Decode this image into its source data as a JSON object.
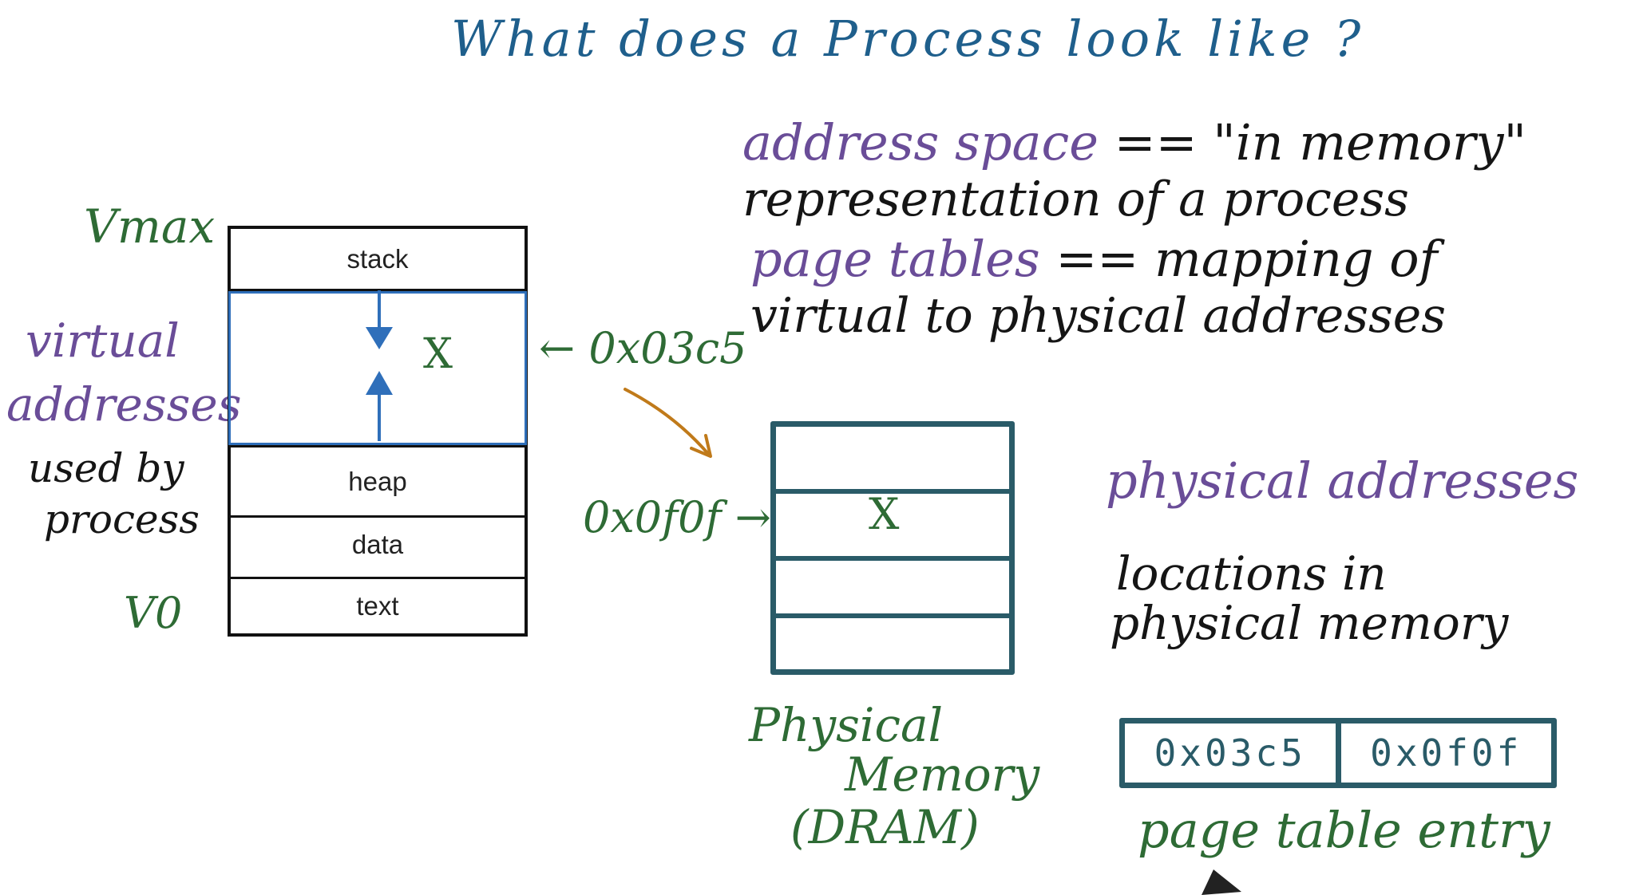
{
  "title": "What does a Process look like ?",
  "left_labels": {
    "vmax": "Vmax",
    "v0": "V0",
    "virtual_1": "virtual",
    "virtual_2": "addresses",
    "used_1": "used by",
    "used_2": "process"
  },
  "address_space": {
    "segments": [
      "stack",
      "heap",
      "data",
      "text"
    ],
    "marker": "X"
  },
  "virtual_address": "← 0x03c5",
  "physical_address": "0x0f0f →",
  "physical_memory": {
    "marker": "X",
    "label_1": "Physical",
    "label_2": "Memory",
    "label_3": "(DRAM)"
  },
  "definitions": {
    "address_space_term": "address space",
    "address_space_rest_1": "== \"in memory\"",
    "address_space_rest_2": "representation of a process",
    "page_tables_term": "page tables",
    "page_tables_rest_1": "== mapping of",
    "page_tables_rest_2": "virtual to physical addresses",
    "physical_term": "physical addresses",
    "physical_rest_1": "locations in",
    "physical_rest_2": "physical memory"
  },
  "page_table_entry": {
    "virtual": "0x03c5",
    "physical": "0x0f0f",
    "label": "page table entry"
  },
  "colors": {
    "title": "#1f5f8c",
    "term": "#6a4d98",
    "annotation": "#2e6b35",
    "frame": "#2a5b68",
    "arrow_mapping": "#c07a1a",
    "growth_arrows": "#2f6fba"
  }
}
